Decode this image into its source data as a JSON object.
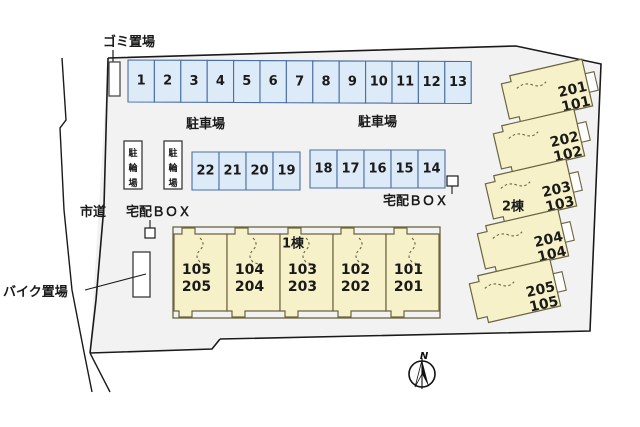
{
  "plan": {
    "title": "apartment-site-plan",
    "colors": {
      "site_fill": "#f2f2f2",
      "site_stroke": "#1a1a1a",
      "parking_fill": "#ddeaf7",
      "parking_stroke": "#4a6fa5",
      "building_fill": "#f6f1c8",
      "building_stroke": "#6b6440",
      "text": "#1a1a1a",
      "white": "#ffffff"
    },
    "labels": {
      "gomi": "ゴミ置場",
      "parking_top": "駐車場",
      "parking_right": "駐車場",
      "bicycle_1": "駐輪場",
      "bicycle_2": "駐輪場",
      "delivery_box_left": "宅配ＢＯＸ",
      "delivery_box_right": "宅配ＢＯＸ",
      "city_road": "市道",
      "bike_parking": "バイク置場",
      "building_1": "1棟",
      "building_2": "2棟",
      "compass_north": "N"
    },
    "parking_row_top": [
      "1",
      "2",
      "3",
      "4",
      "5",
      "6",
      "7",
      "8",
      "9",
      "10",
      "11",
      "12",
      "13"
    ],
    "parking_row_left": [
      "22",
      "21",
      "20",
      "19"
    ],
    "parking_row_right": [
      "18",
      "17",
      "16",
      "15",
      "14"
    ],
    "building_1_units": [
      {
        "upper": "205",
        "lower": "105"
      },
      {
        "upper": "204",
        "lower": "104"
      },
      {
        "upper": "203",
        "lower": "103"
      },
      {
        "upper": "202",
        "lower": "102"
      },
      {
        "upper": "201",
        "lower": "101"
      }
    ],
    "building_2_units": [
      {
        "upper": "201",
        "lower": "101"
      },
      {
        "upper": "202",
        "lower": "102"
      },
      {
        "upper": "203",
        "lower": "103"
      },
      {
        "upper": "204",
        "lower": "104"
      },
      {
        "upper": "205",
        "lower": "105"
      }
    ],
    "bicycle_label_chars": [
      "駐",
      "輪",
      "場"
    ]
  }
}
